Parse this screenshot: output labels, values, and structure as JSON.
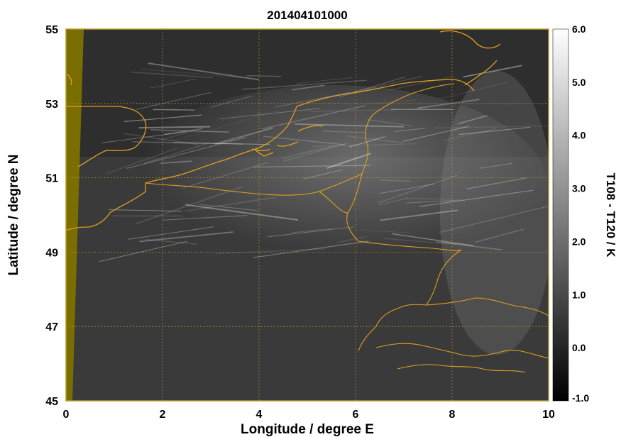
{
  "title": "201404101000",
  "x_axis": {
    "label": "Longitude / degree E",
    "range": [
      0,
      10
    ],
    "ticks": [
      "0",
      "2",
      "4",
      "6",
      "8",
      "10"
    ]
  },
  "y_axis": {
    "label": "Latitude / degree N",
    "range": [
      45,
      55
    ],
    "ticks": [
      "45",
      "47",
      "49",
      "51",
      "53",
      "55"
    ]
  },
  "colorbar": {
    "label": "T108 - T120 / K",
    "range": [
      -1.0,
      6.0
    ],
    "ticks": [
      "6.0",
      "5.0",
      "4.0",
      "3.0",
      "2.0",
      "1.0",
      "0.0",
      "-1.0"
    ],
    "colormap": "grayscale",
    "low_color": "#000000",
    "high_color": "#ffffff"
  },
  "colors": {
    "coastline": "#e0a020",
    "grid": "#c8a030",
    "no_data_strip": "#7a6e00",
    "frame": "#b89a2a"
  },
  "map": {
    "grid": "dotted",
    "overlay": "coastlines-and-borders",
    "feature": "aircraft contrails"
  }
}
